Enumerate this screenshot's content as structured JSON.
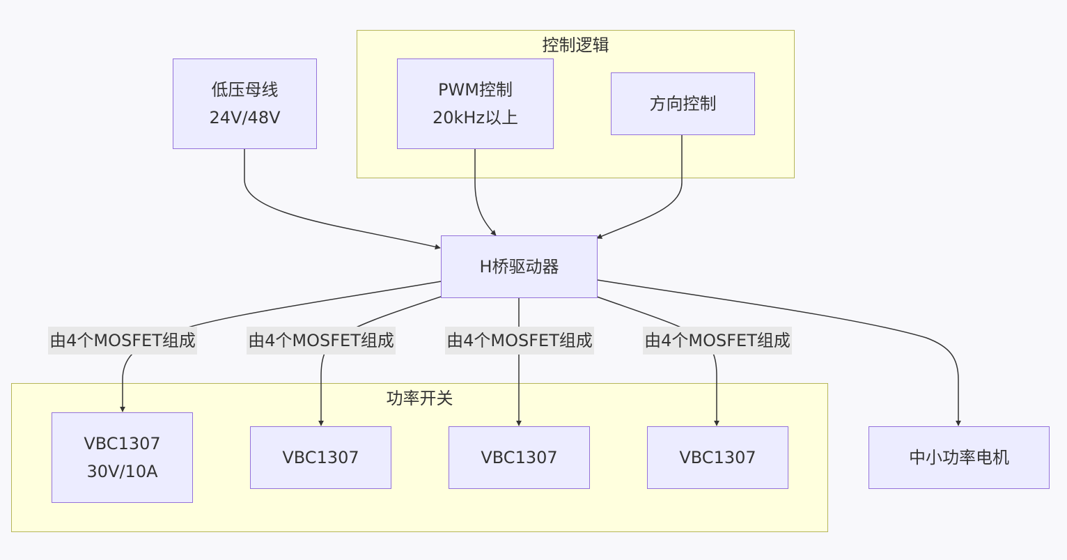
{
  "clusters": {
    "control": {
      "title": "控制逻辑"
    },
    "power": {
      "title": "功率开关"
    }
  },
  "nodes": {
    "bus": {
      "line1": "低压母线",
      "line2": "24V/48V"
    },
    "pwm": {
      "line1": "PWM控制",
      "line2": "20kHz以上"
    },
    "direction": {
      "line1": "方向控制"
    },
    "driver": {
      "line1": "H桥驱动器"
    },
    "mos1": {
      "line1": "VBC1307",
      "line2": "30V/10A"
    },
    "mos2": {
      "line1": "VBC1307"
    },
    "mos3": {
      "line1": "VBC1307"
    },
    "mos4": {
      "line1": "VBC1307"
    },
    "motor": {
      "line1": "中小功率电机"
    }
  },
  "edge_labels": {
    "mos1": "由4个MOSFET组成",
    "mos2": "由4个MOSFET组成",
    "mos3": "由4个MOSFET组成",
    "mos4": "由4个MOSFET组成"
  },
  "colors": {
    "background": "#f8f8fb",
    "node_fill": "#ececff",
    "node_stroke": "#9370db",
    "cluster_fill": "#ffffde",
    "cluster_stroke": "#b5b558",
    "edge": "#333333",
    "edge_label_bg": "#e8e8e8"
  }
}
